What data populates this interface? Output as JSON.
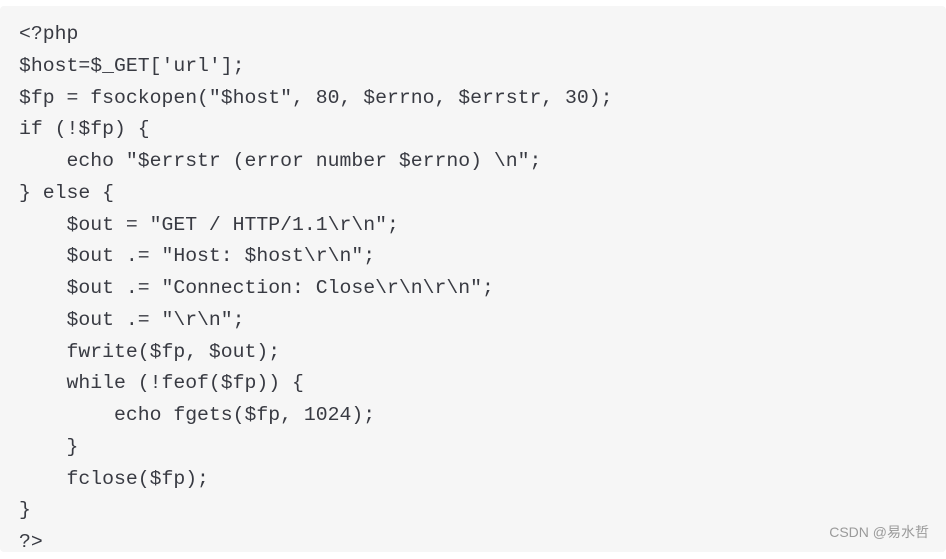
{
  "code_lines": [
    "<?php",
    "$host=$_GET['url'];",
    "$fp = fsockopen(\"$host\", 80, $errno, $errstr, 30);",
    "if (!$fp) {",
    "    echo \"$errstr (error number $errno) \\n\";",
    "} else {",
    "    $out = \"GET / HTTP/1.1\\r\\n\";",
    "    $out .= \"Host: $host\\r\\n\";",
    "    $out .= \"Connection: Close\\r\\n\\r\\n\";",
    "    $out .= \"\\r\\n\";",
    "    fwrite($fp, $out);",
    "    while (!feof($fp)) {",
    "        echo fgets($fp, 1024);",
    "    }",
    "    fclose($fp);",
    "}",
    "?>"
  ],
  "watermark": "CSDN @易水哲"
}
